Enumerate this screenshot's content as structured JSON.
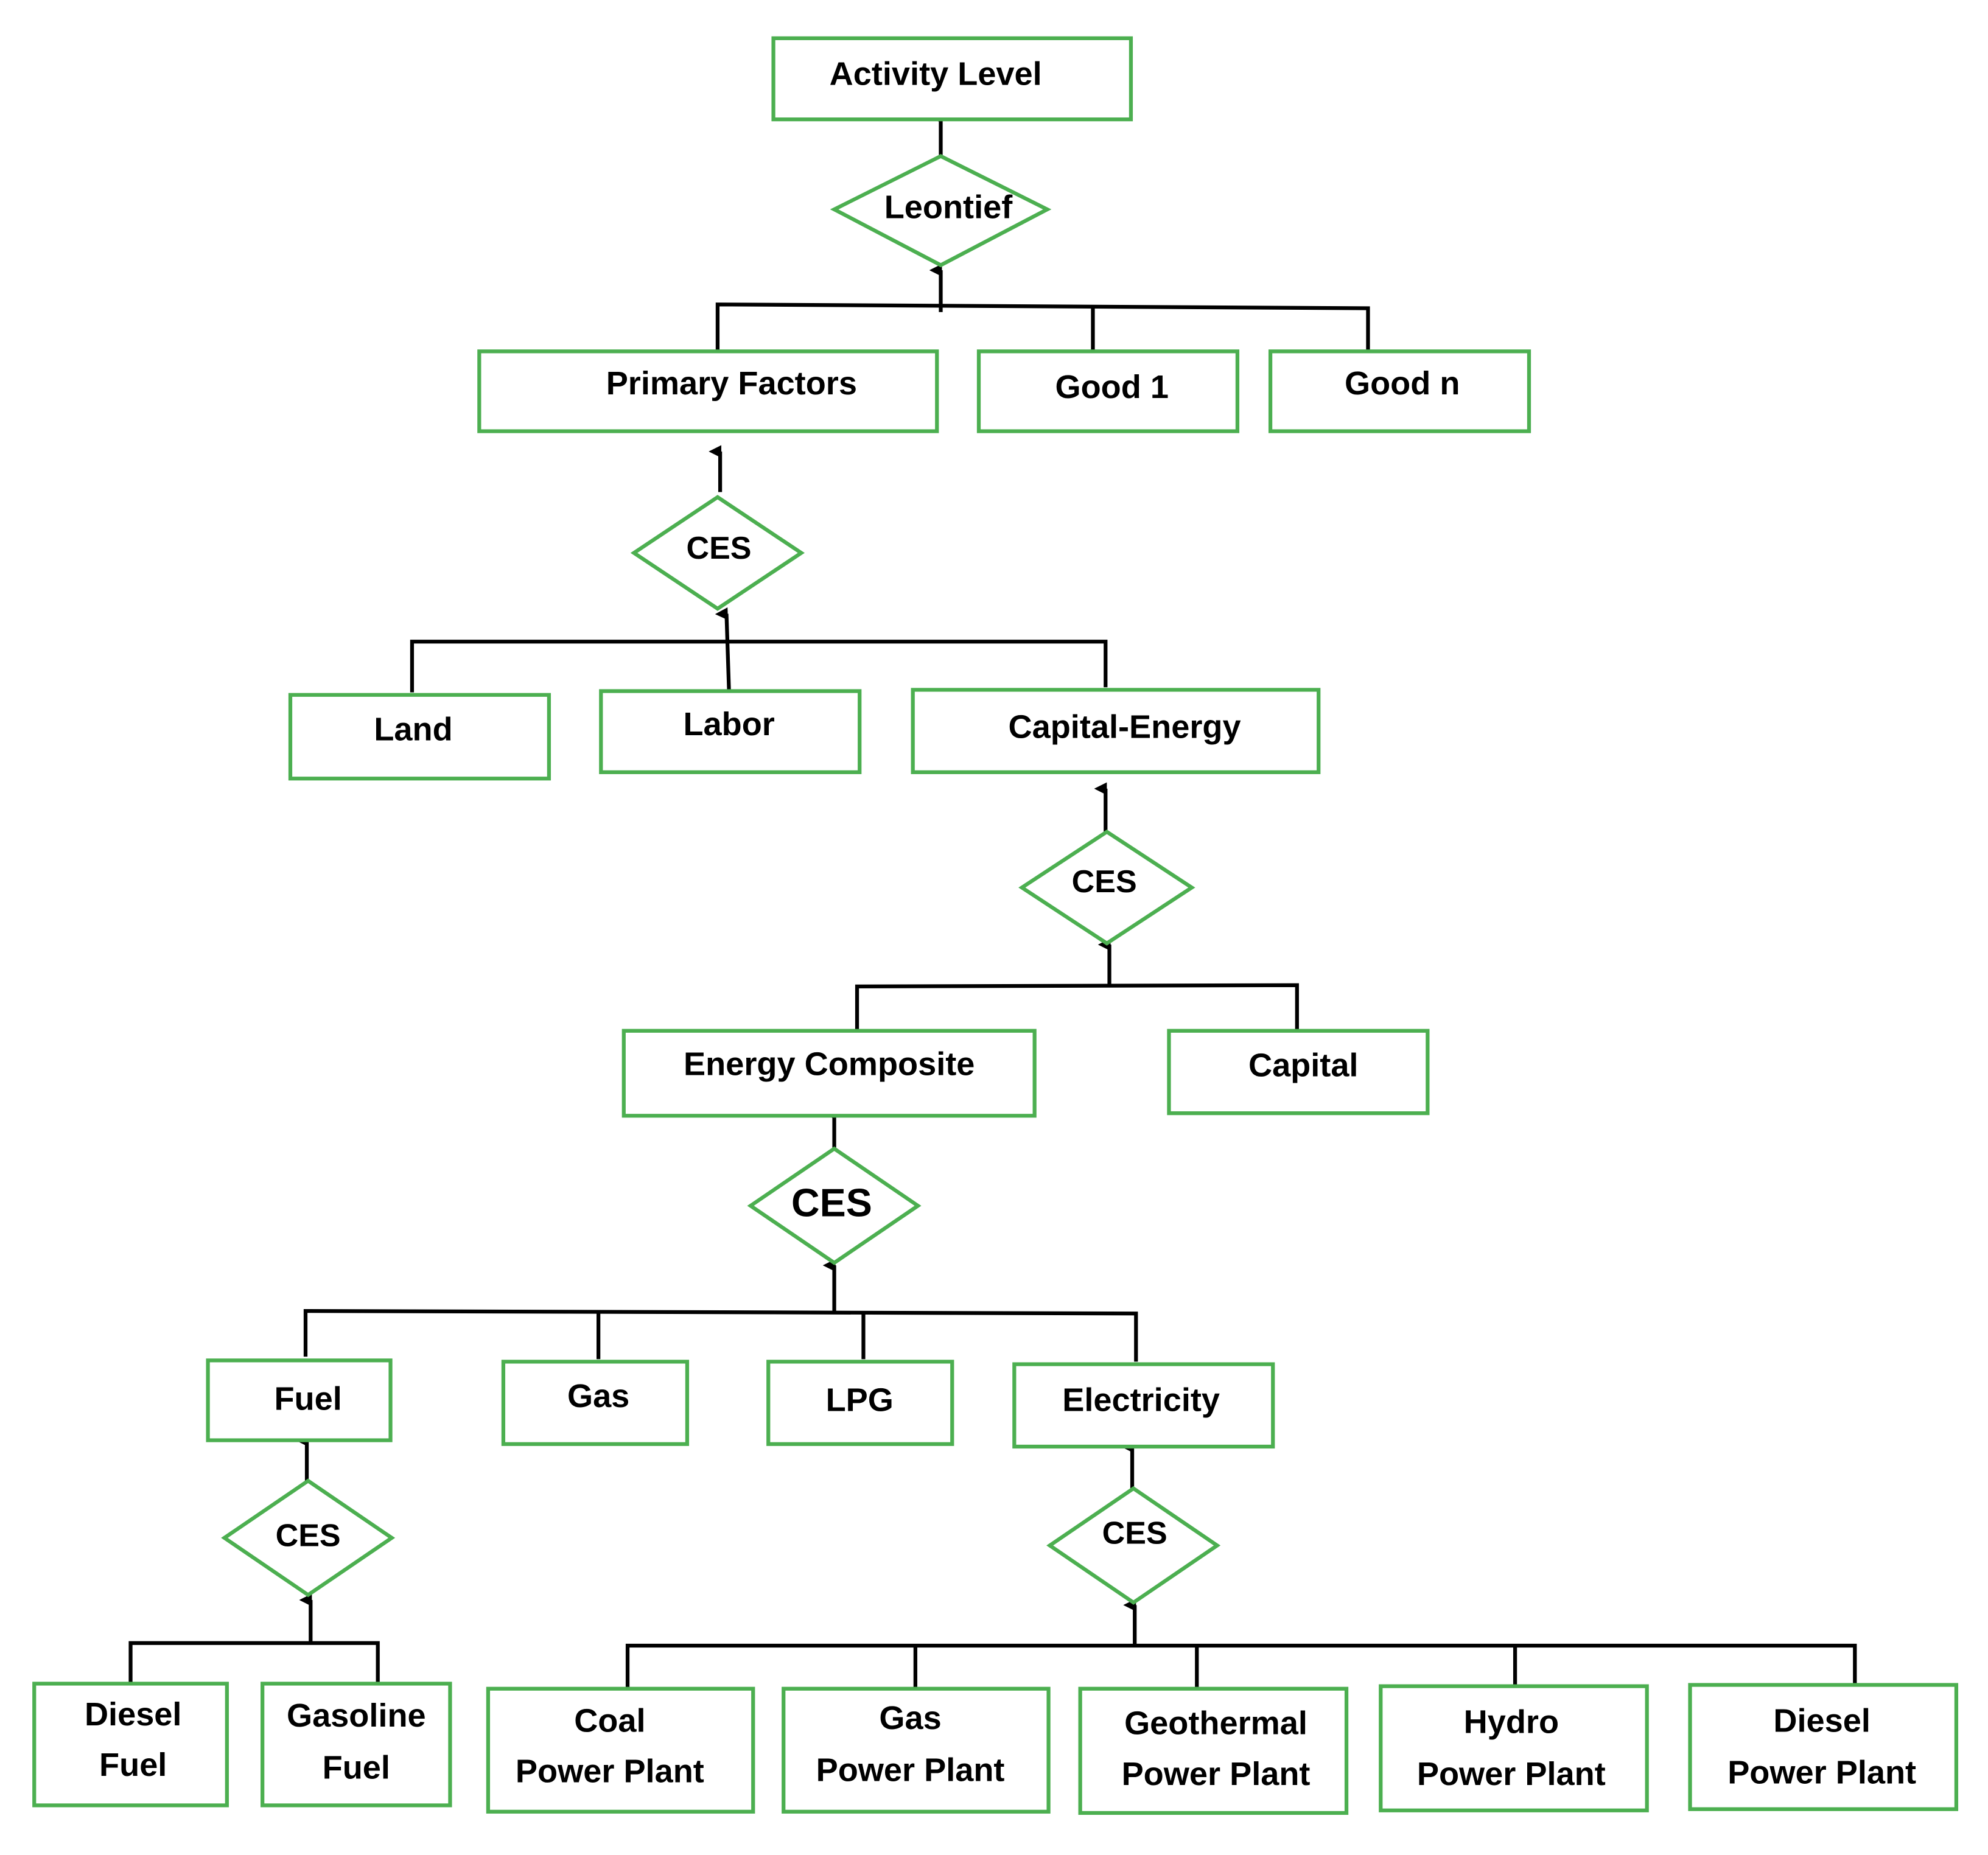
{
  "colors": {
    "node_border": "#4caf50",
    "connector": "#000000",
    "text": "#000000",
    "background": "#ffffff"
  },
  "nodes": {
    "activity_level": "Activity Level",
    "leontief": "Leontief",
    "primary_factors": "Primary Factors",
    "good_1": "Good 1",
    "good_n": "Good n",
    "ces_primary": "CES",
    "land": "Land",
    "labor": "Labor",
    "capital_energy": "Capital-Energy",
    "ces_capital_energy": "CES",
    "energy_composite": "Energy Composite",
    "capital": "Capital",
    "ces_energy": "CES",
    "fuel": "Fuel",
    "gas": "Gas",
    "lpg": "LPG",
    "electricity": "Electricity",
    "ces_fuel": "CES",
    "ces_electricity": "CES",
    "diesel_fuel": [
      "Diesel",
      "Fuel"
    ],
    "gasoline_fuel": [
      "Gasoline",
      "Fuel"
    ],
    "coal_power_plant": [
      "Coal",
      "Power Plant"
    ],
    "gas_power_plant": [
      "Gas",
      "Power Plant"
    ],
    "geothermal_power_plant": [
      "Geothermal",
      "Power Plant"
    ],
    "hydro_power_plant": [
      "Hydro",
      "Power Plant"
    ],
    "diesel_power_plant": [
      "Diesel",
      "Power Plant"
    ]
  }
}
